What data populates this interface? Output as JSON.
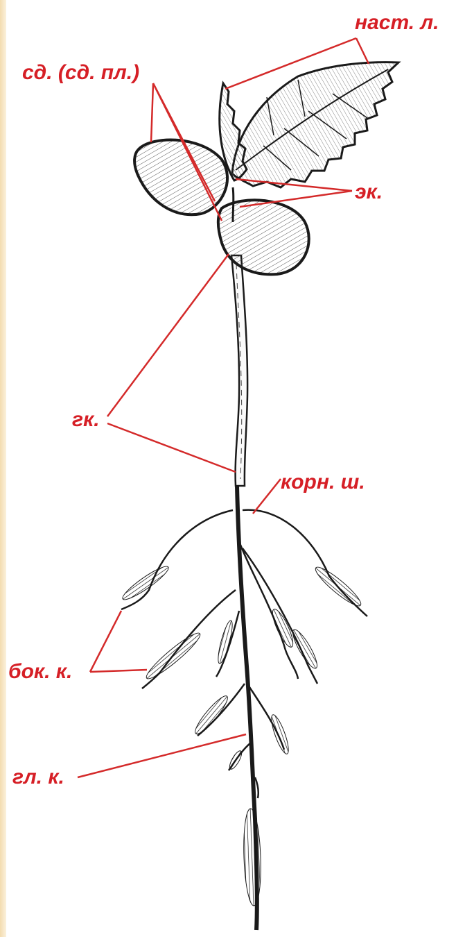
{
  "labels": {
    "true_leaves": "наст. л.",
    "cotyledons": "сд. (сд. пл.)",
    "epicotyl": "эк.",
    "hypocotyl": "гк.",
    "root_collar": "корн. ш.",
    "lateral_roots": "бок. к.",
    "main_root": "гл. к."
  },
  "colors": {
    "label": "#d61f26",
    "leader_line": "#d42a2a",
    "drawing": "#1a1a1a",
    "left_edge": "#f3dcb0"
  }
}
